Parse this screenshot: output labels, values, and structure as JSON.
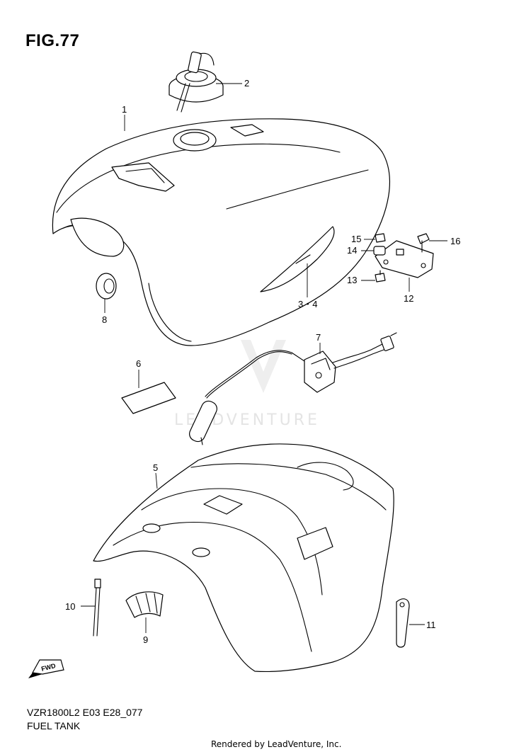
{
  "figure": {
    "title": "FIG.77",
    "model_code": "VZR1800L2 E03 E28_077",
    "section_title": "FUEL TANK",
    "credit": "Rendered by LeadVenture, Inc.",
    "watermark": "LEADVENTURE",
    "fwd_label": "FWD"
  },
  "callouts": {
    "c1": "1",
    "c2": "2",
    "c34": "3・4",
    "c5": "5",
    "c6": "6",
    "c7": "7",
    "c8": "8",
    "c9": "9",
    "c10": "10",
    "c11": "11",
    "c12": "12",
    "c13": "13",
    "c14": "14",
    "c15": "15",
    "c16": "16"
  }
}
